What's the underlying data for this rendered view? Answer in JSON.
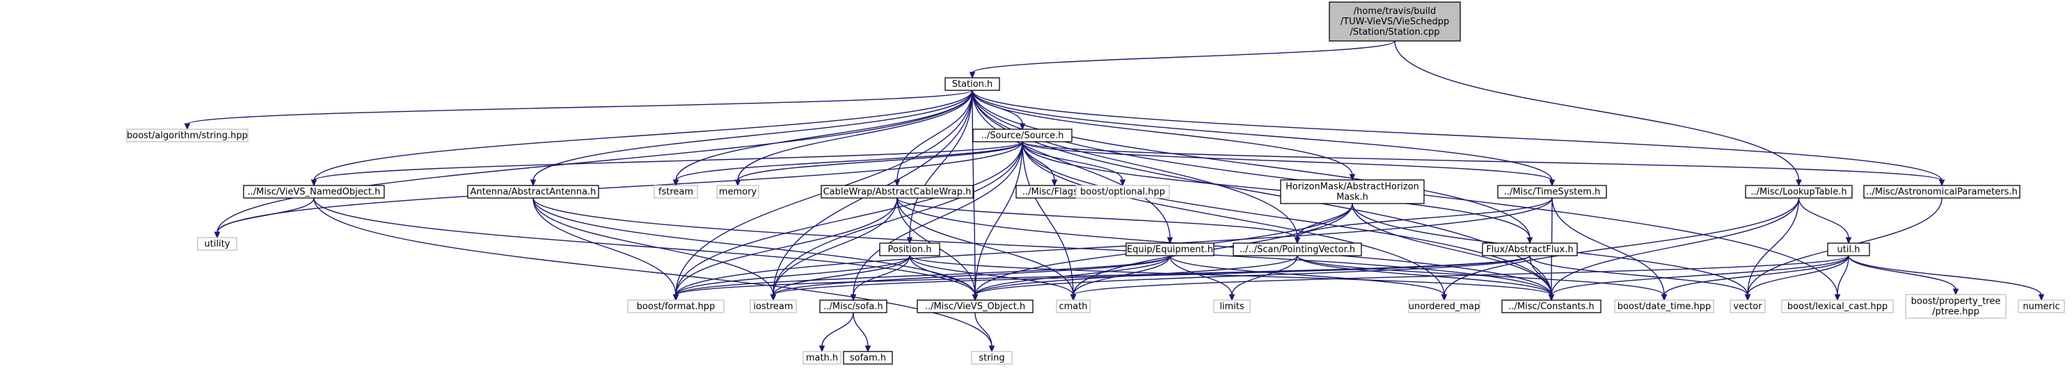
{
  "diagram": {
    "colors": {
      "edge": "#191970",
      "root_fill": "#bfbfbf",
      "system_border": "#bfbfbf",
      "document_border": "#000000"
    },
    "nodes": [
      {
        "id": "root",
        "kind": "root",
        "lines": [
          "/home/travis/build",
          "/TUW-VieVS/VieSchedpp",
          "/Station/Station.cpp"
        ]
      },
      {
        "id": "station",
        "kind": "doc",
        "lines": [
          "Station.h"
        ]
      },
      {
        "id": "lookuptable",
        "kind": "doc",
        "lines": [
          "../Misc/LookupTable.h"
        ]
      },
      {
        "id": "boost_algo",
        "kind": "sys",
        "lines": [
          "boost/algorithm/string.hpp"
        ]
      },
      {
        "id": "source",
        "kind": "doc",
        "lines": [
          "../Source/Source.h"
        ]
      },
      {
        "id": "fstream",
        "kind": "sys",
        "lines": [
          "fstream"
        ]
      },
      {
        "id": "memory",
        "kind": "sys",
        "lines": [
          "memory"
        ]
      },
      {
        "id": "flags",
        "kind": "doc",
        "lines": [
          "../Misc/Flags.h"
        ]
      },
      {
        "id": "optional",
        "kind": "sys",
        "lines": [
          "boost/optional.hpp"
        ]
      },
      {
        "id": "namedobj",
        "kind": "doc",
        "lines": [
          "../Misc/VieVS_NamedObject.h"
        ]
      },
      {
        "id": "antenna",
        "kind": "doc",
        "lines": [
          "Antenna/AbstractAntenna.h"
        ]
      },
      {
        "id": "cablewrap",
        "kind": "doc",
        "lines": [
          "CableWrap/AbstractCableWrap.h"
        ]
      },
      {
        "id": "horizon",
        "kind": "doc",
        "lines": [
          "HorizonMask/AbstractHorizon",
          "Mask.h"
        ]
      },
      {
        "id": "timesystem",
        "kind": "doc",
        "lines": [
          "../Misc/TimeSystem.h"
        ]
      },
      {
        "id": "astro",
        "kind": "doc",
        "lines": [
          "../Misc/AstronomicalParameters.h"
        ]
      },
      {
        "id": "utility",
        "kind": "sys",
        "lines": [
          "utility"
        ]
      },
      {
        "id": "position",
        "kind": "doc",
        "lines": [
          "Position.h"
        ]
      },
      {
        "id": "equip",
        "kind": "doc",
        "lines": [
          "Equip/Equipment.h"
        ]
      },
      {
        "id": "pointing",
        "kind": "doc",
        "lines": [
          "../../Scan/PointingVector.h"
        ]
      },
      {
        "id": "flux",
        "kind": "doc",
        "lines": [
          "Flux/AbstractFlux.h"
        ]
      },
      {
        "id": "util",
        "kind": "doc",
        "lines": [
          "util.h"
        ]
      },
      {
        "id": "bformat",
        "kind": "sys",
        "lines": [
          "boost/format.hpp"
        ]
      },
      {
        "id": "iostream",
        "kind": "sys",
        "lines": [
          "iostream"
        ]
      },
      {
        "id": "sofa",
        "kind": "doc",
        "lines": [
          "../Misc/sofa.h"
        ]
      },
      {
        "id": "object",
        "kind": "doc",
        "lines": [
          "../Misc/VieVS_Object.h"
        ]
      },
      {
        "id": "cmath",
        "kind": "sys",
        "lines": [
          "cmath"
        ]
      },
      {
        "id": "limits",
        "kind": "sys",
        "lines": [
          "limits"
        ]
      },
      {
        "id": "umap",
        "kind": "sys",
        "lines": [
          "unordered_map"
        ]
      },
      {
        "id": "constants",
        "kind": "doc",
        "lines": [
          "../Misc/Constants.h"
        ]
      },
      {
        "id": "datetime",
        "kind": "sys",
        "lines": [
          "boost/date_time.hpp"
        ]
      },
      {
        "id": "vector",
        "kind": "sys",
        "lines": [
          "vector"
        ]
      },
      {
        "id": "lexical",
        "kind": "sys",
        "lines": [
          "boost/lexical_cast.hpp"
        ]
      },
      {
        "id": "ptree",
        "kind": "sys",
        "lines": [
          "boost/property_tree",
          "/ptree.hpp"
        ]
      },
      {
        "id": "numeric",
        "kind": "sys",
        "lines": [
          "numeric"
        ]
      },
      {
        "id": "mathh",
        "kind": "sys",
        "lines": [
          "math.h"
        ]
      },
      {
        "id": "sofam",
        "kind": "doc",
        "lines": [
          "sofam.h"
        ]
      },
      {
        "id": "string",
        "kind": "sys",
        "lines": [
          "string"
        ]
      }
    ],
    "edges": [
      [
        "root",
        "station"
      ],
      [
        "root",
        "lookuptable"
      ],
      [
        "station",
        "boost_algo"
      ],
      [
        "station",
        "source"
      ],
      [
        "station",
        "fstream"
      ],
      [
        "station",
        "memory"
      ],
      [
        "station",
        "namedobj"
      ],
      [
        "station",
        "antenna"
      ],
      [
        "station",
        "cablewrap"
      ],
      [
        "station",
        "horizon"
      ],
      [
        "station",
        "timesystem"
      ],
      [
        "station",
        "astro"
      ],
      [
        "station",
        "utility"
      ],
      [
        "station",
        "position"
      ],
      [
        "station",
        "equip"
      ],
      [
        "station",
        "pointing"
      ],
      [
        "station",
        "flux"
      ],
      [
        "station",
        "bformat"
      ],
      [
        "station",
        "iostream"
      ],
      [
        "station",
        "object"
      ],
      [
        "station",
        "constants"
      ],
      [
        "station",
        "lexical"
      ],
      [
        "source",
        "fstream"
      ],
      [
        "source",
        "memory"
      ],
      [
        "source",
        "flags"
      ],
      [
        "source",
        "optional"
      ],
      [
        "source",
        "namedobj"
      ],
      [
        "source",
        "timesystem"
      ],
      [
        "source",
        "astro"
      ],
      [
        "source",
        "utility"
      ],
      [
        "source",
        "flux"
      ],
      [
        "source",
        "bformat"
      ],
      [
        "source",
        "iostream"
      ],
      [
        "source",
        "sofa"
      ],
      [
        "source",
        "object"
      ],
      [
        "source",
        "constants"
      ],
      [
        "source",
        "cmath"
      ],
      [
        "source",
        "umap"
      ],
      [
        "namedobj",
        "utility"
      ],
      [
        "namedobj",
        "object"
      ],
      [
        "namedobj",
        "string"
      ],
      [
        "antenna",
        "bformat"
      ],
      [
        "antenna",
        "iostream"
      ],
      [
        "antenna",
        "object"
      ],
      [
        "antenna",
        "constants"
      ],
      [
        "cablewrap",
        "pointing"
      ],
      [
        "cablewrap",
        "bformat"
      ],
      [
        "cablewrap",
        "iostream"
      ],
      [
        "cablewrap",
        "object"
      ],
      [
        "cablewrap",
        "cmath"
      ],
      [
        "cablewrap",
        "constants"
      ],
      [
        "horizon",
        "pointing"
      ],
      [
        "horizon",
        "object"
      ],
      [
        "horizon",
        "cmath"
      ],
      [
        "horizon",
        "constants"
      ],
      [
        "horizon",
        "vector"
      ],
      [
        "timesystem",
        "pointing"
      ],
      [
        "timesystem",
        "bformat"
      ],
      [
        "timesystem",
        "constants"
      ],
      [
        "timesystem",
        "datetime"
      ],
      [
        "lookuptable",
        "util"
      ],
      [
        "lookuptable",
        "umap"
      ],
      [
        "lookuptable",
        "constants"
      ],
      [
        "lookuptable",
        "vector"
      ],
      [
        "astro",
        "vector"
      ],
      [
        "position",
        "bformat"
      ],
      [
        "position",
        "iostream"
      ],
      [
        "position",
        "sofa"
      ],
      [
        "position",
        "object"
      ],
      [
        "position",
        "cmath"
      ],
      [
        "position",
        "constants"
      ],
      [
        "equip",
        "bformat"
      ],
      [
        "equip",
        "iostream"
      ],
      [
        "equip",
        "object"
      ],
      [
        "equip",
        "cmath"
      ],
      [
        "equip",
        "limits"
      ],
      [
        "equip",
        "umap"
      ],
      [
        "pointing",
        "object"
      ],
      [
        "pointing",
        "limits"
      ],
      [
        "pointing",
        "constants"
      ],
      [
        "pointing",
        "datetime"
      ],
      [
        "flux",
        "bformat"
      ],
      [
        "flux",
        "iostream"
      ],
      [
        "flux",
        "object"
      ],
      [
        "flux",
        "constants"
      ],
      [
        "flux",
        "vector"
      ],
      [
        "util",
        "cmath"
      ],
      [
        "util",
        "constants"
      ],
      [
        "util",
        "datetime"
      ],
      [
        "util",
        "vector"
      ],
      [
        "util",
        "lexical"
      ],
      [
        "util",
        "ptree"
      ],
      [
        "util",
        "numeric"
      ],
      [
        "sofa",
        "mathh"
      ],
      [
        "sofa",
        "sofam"
      ],
      [
        "object",
        "string"
      ]
    ]
  }
}
